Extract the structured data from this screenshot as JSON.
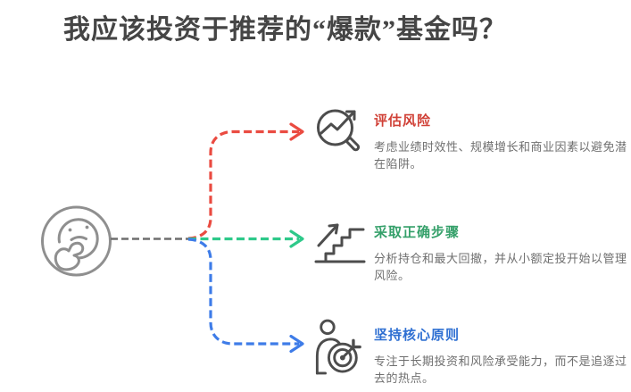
{
  "title": "我应该投资于推荐的“爆款”基金吗？",
  "thinker": {
    "icon": "thinking-face-icon"
  },
  "colors": {
    "title_text": "#454545",
    "face_stroke": "#8f8f8f",
    "connector_gray": "#6e6e6e",
    "branch_red": "#ea4b41",
    "branch_green": "#2ec98a",
    "branch_blue": "#3e7ce8",
    "heading_red": "#d04036",
    "heading_green": "#35a06a",
    "heading_blue": "#2e6fd2",
    "description_text": "#6f6f6f",
    "icon_stroke": "#4d4d4d"
  },
  "branches": [
    {
      "icon": "magnifier-trend-icon",
      "heading": "评估风险",
      "description": "考虑业绩时效性、规模增长和商业因素以避免潜在陷阱。"
    },
    {
      "icon": "stairs-growth-icon",
      "heading": "采取正确步骤",
      "description": "分析持仓和最大回撤，并从小额定投开始以管理风险。"
    },
    {
      "icon": "person-target-icon",
      "heading": "坚持核心原则",
      "description": "专注于长期投资和风险承受能力，而不是追逐过去的热点。"
    }
  ]
}
